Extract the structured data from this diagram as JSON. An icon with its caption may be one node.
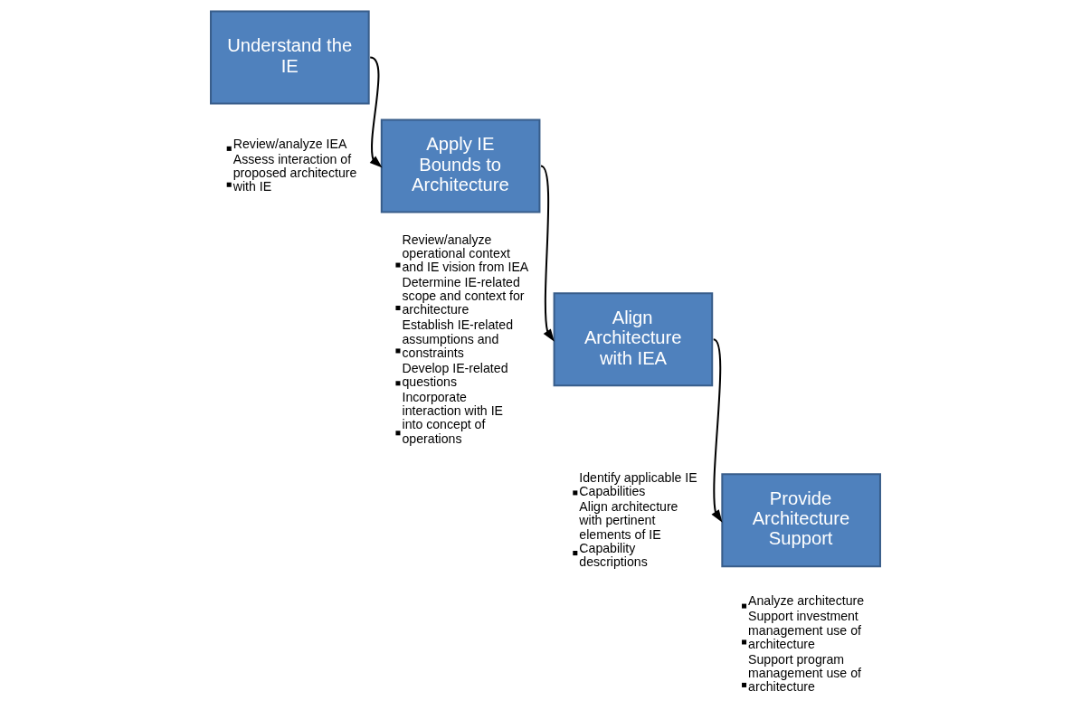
{
  "diagram": {
    "nodes": [
      {
        "text": [
          "Understand the IE"
        ],
        "beside": [
          "Review/analyze IEA",
          "Assess interaction of proposed architecture with IE"
        ]
      },
      {
        "text": [
          "Apply IE Bounds to Architecture"
        ],
        "beside": [
          "Review/analyze operational context and IE vision from IEA",
          "Determine IE-related scope and context for architecture",
          "Establish IE-related assumptions and constraints",
          "Develop IE-related questions",
          "Incorporate interaction with IE into concept of operations"
        ]
      },
      {
        "text": [
          "Align Architecture with IEA"
        ],
        "beside": [
          "Identify applicable IE Capabilities",
          "Align architecture with pertinent elements of IE Capability descriptions"
        ]
      },
      {
        "text": [
          "Provide Architecture Support"
        ],
        "beside": [
          "Analyze architecture",
          "Support investment management use of architecture",
          "Support program management use of architecture"
        ]
      }
    ],
    "edges": [
      {
        "from": 0,
        "to": 1,
        "arrow": "to"
      },
      {
        "from": 1,
        "to": 2,
        "arrow": "to"
      },
      {
        "from": 2,
        "to": 3,
        "arrow": "to"
      }
    ]
  }
}
